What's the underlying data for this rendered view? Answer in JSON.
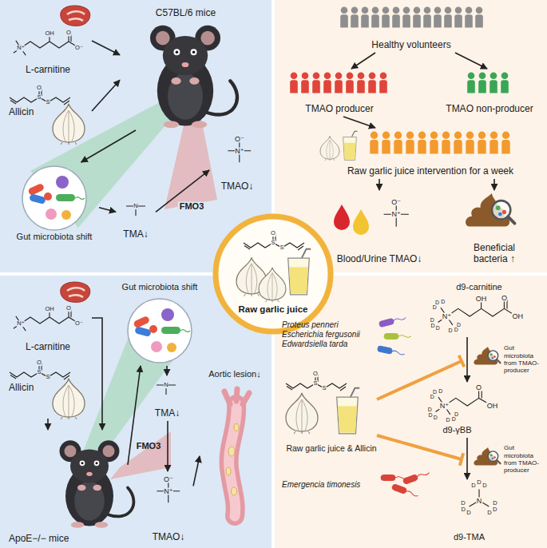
{
  "diagram": {
    "nodes": [
      {
        "text": [
          "L-carnitine"
        ]
      },
      {
        "text": [
          "Allicin"
        ]
      },
      {
        "text": [
          "C57BL/6 mice"
        ]
      },
      {
        "text": [
          "Gut microbiota shift"
        ]
      },
      {
        "text": [
          "TMA↓"
        ]
      },
      {
        "text": [
          "TMAO↓"
        ]
      },
      {
        "text": [
          "Healthy volunteers"
        ]
      },
      {
        "text": [
          "TMAO producer"
        ]
      },
      {
        "text": [
          "TMAO non-producer"
        ]
      },
      {
        "text": [
          "Raw garlic juice intervention for a week"
        ]
      },
      {
        "text": [
          "Blood/Urine TMAO↓"
        ]
      },
      {
        "text": [
          "Beneficial bacteria ↑"
        ]
      },
      {
        "text": [
          "Raw garlic juice"
        ]
      },
      {
        "text": [
          "L-carnitine"
        ]
      },
      {
        "text": [
          "Allicin"
        ]
      },
      {
        "text": [
          "Gut microbiota shift"
        ]
      },
      {
        "text": [
          "TMA↓"
        ]
      },
      {
        "text": [
          "TMAO↓"
        ]
      },
      {
        "text": [
          "Aortic lesion↓"
        ]
      },
      {
        "text": [
          "ApoE−/− mice"
        ]
      },
      {
        "text": [
          "d9-carnitine"
        ]
      },
      {
        "text": [
          "Proteus penneri",
          "Escherichia fergusonii",
          "Edwardsiella tarda"
        ]
      },
      {
        "text": [
          "Gut microbiota from TMAO-producer"
        ]
      },
      {
        "text": [
          "Raw garlic juice & Allicin"
        ]
      },
      {
        "text": [
          "d9-γBB"
        ]
      },
      {
        "text": [
          "Emergencia timonesis"
        ]
      },
      {
        "text": [
          "Gut microbiota from TMAO-producer"
        ]
      },
      {
        "text": [
          "d9-TMA"
        ]
      }
    ],
    "edges": [
      {
        "from": 0,
        "to": 2,
        "arrow": "to"
      },
      {
        "from": 1,
        "to": 2,
        "arrow": "to"
      },
      {
        "from": 2,
        "to": 3,
        "arrow": "to"
      },
      {
        "from": 3,
        "to": 4,
        "arrow": "to"
      },
      {
        "from": 4,
        "to": 5,
        "label": "FMO3",
        "arrow": "to"
      },
      {
        "from": 6,
        "to": 7,
        "arrow": "to"
      },
      {
        "from": 6,
        "to": 8,
        "arrow": "to"
      },
      {
        "from": 7,
        "to": 9,
        "arrow": "to"
      },
      {
        "from": 9,
        "to": 10,
        "arrow": "to"
      },
      {
        "from": 9,
        "to": 11,
        "arrow": "to"
      },
      {
        "from": 13,
        "to": 19,
        "arrow": "to"
      },
      {
        "from": 14,
        "to": 19,
        "arrow": "to"
      },
      {
        "from": 19,
        "to": 15,
        "arrow": "to"
      },
      {
        "from": 15,
        "to": 16,
        "arrow": "to"
      },
      {
        "from": 16,
        "to": 17,
        "label": "FMO3",
        "arrow": "to"
      },
      {
        "from": 17,
        "to": 18,
        "arrow": "to"
      },
      {
        "from": 20,
        "to": 24,
        "arrow": "to"
      },
      {
        "from": 24,
        "to": 27,
        "arrow": "to"
      }
    ],
    "labels": [
      "N⁺",
      "OH",
      "O",
      "O⁻",
      "S",
      "O",
      "S",
      "N",
      "O⁻",
      "N⁺",
      "O⁻",
      "N⁺",
      "S",
      "O",
      "S",
      "N⁺",
      "OH",
      "O",
      "O⁻",
      "S",
      "O",
      "S",
      "N",
      "O⁻",
      "N⁺",
      "D",
      "D",
      "D",
      "D",
      "D",
      "D",
      "D",
      "D",
      "D",
      "N⁺",
      "OH",
      "O",
      "OH",
      "S",
      "O",
      "S",
      "D",
      "D",
      "D",
      "D",
      "D",
      "D",
      "D",
      "D",
      "D",
      "N⁺",
      "O",
      "OH",
      "D",
      "D",
      "D",
      "D",
      "D",
      "D",
      "D",
      "D",
      "D",
      "N"
    ]
  }
}
